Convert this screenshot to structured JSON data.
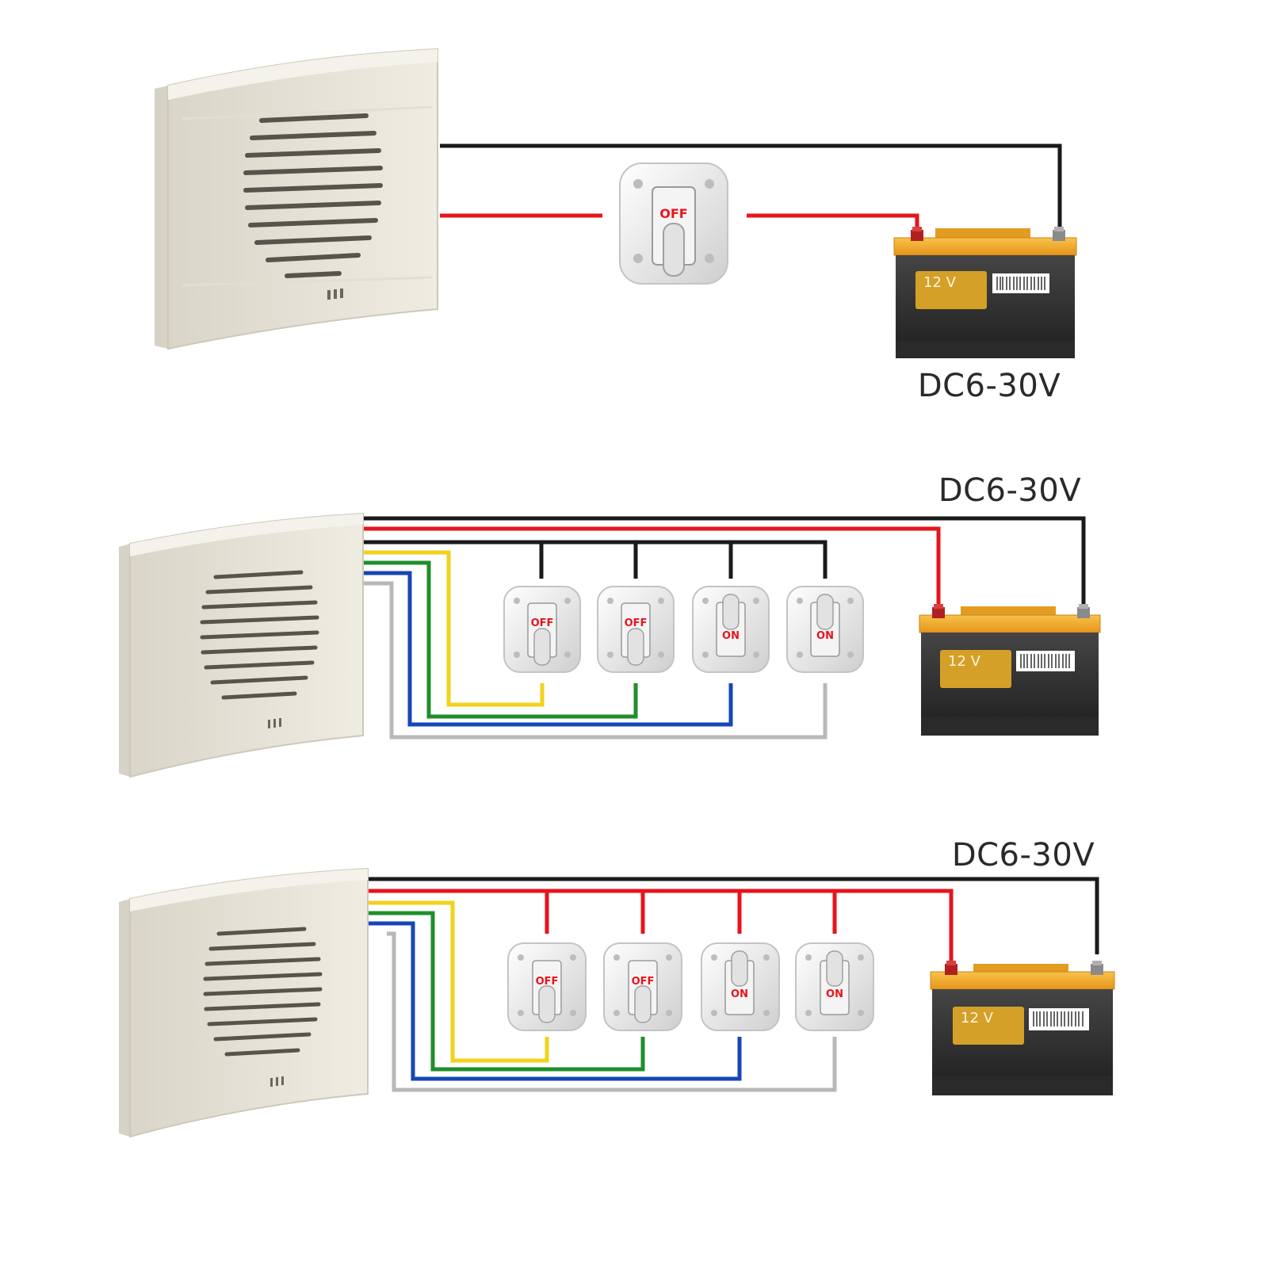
{
  "colors": {
    "black_wire": "#1a1a1a",
    "red_wire": "#e8141c",
    "yellow_wire": "#f2d21a",
    "green_wire": "#1f8e2a",
    "blue_wire": "#1746b8",
    "gray_wire": "#b8b8b8",
    "speaker_body": "#ece9dd",
    "battery_top": "#f0a81e",
    "battery_body": "#3a3a3a",
    "battery_label": "#d4a028"
  },
  "diagram_1": {
    "voltage_label": "DC6-30V",
    "switch_state": "OFF",
    "battery_label": "12 V"
  },
  "diagram_2": {
    "voltage_label": "DC6-30V",
    "switch_states": [
      "OFF",
      "OFF",
      "ON",
      "ON"
    ],
    "battery_label": "12 V"
  },
  "diagram_3": {
    "voltage_label": "DC6-30V",
    "switch_states": [
      "OFF",
      "OFF",
      "ON",
      "ON"
    ],
    "battery_label": "12 V"
  }
}
